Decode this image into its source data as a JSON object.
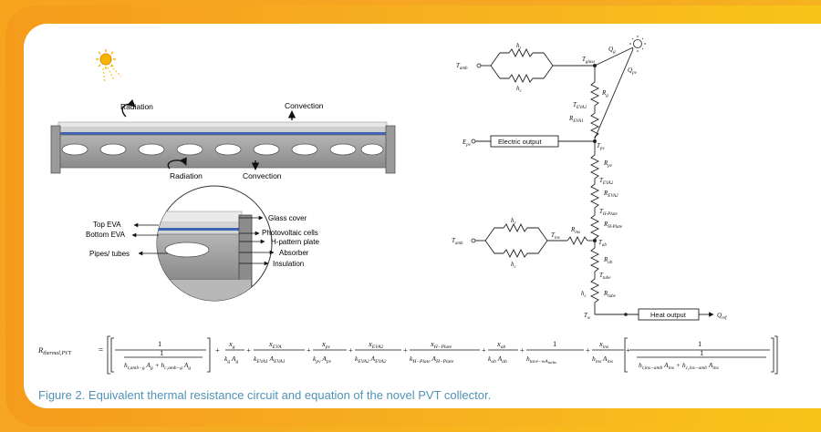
{
  "caption": "Figure 2. Equivalent thermal resistance circuit and equation of the novel PVT collector.",
  "left_diagram": {
    "radiation_top": "Radiation",
    "convection_top": "Convection",
    "radiation_bottom": "Radiation",
    "convection_bottom": "Convection",
    "labels_left": [
      "Top EVA",
      "Bottom EVA",
      "Pipes/ tubes"
    ],
    "labels_right": [
      "Glass cover",
      "Photovoltaic cells",
      "H-pattern plate",
      "Absorber",
      "Insulation"
    ]
  },
  "circuit": {
    "t_amb_top": "T",
    "t_amb_top_sub": "amb",
    "h_r": "h",
    "h_r_sub": "r",
    "h_c": "h",
    "h_c_sub": "c",
    "t_glass": "T",
    "t_glass_sub": "glass",
    "q_g": "Q",
    "q_g_sub": "g",
    "q_pv": "Q",
    "q_pv_sub": "pv",
    "r_g": "R",
    "r_g_sub": "g",
    "t_eva1": "T",
    "t_eva1_sub": "EVA1",
    "r_eva1": "R",
    "r_eva1_sub": "EVA1",
    "e_pv": "E",
    "e_pv_sub": "pv",
    "electric_output": "Electric output",
    "t_pv": "T",
    "t_pv_sub": "pv",
    "r_pv": "R",
    "r_pv_sub": "pv",
    "t_eva2": "T",
    "t_eva2_sub": "EVA2",
    "r_eva2": "R",
    "r_eva2_sub": "EVA2",
    "t_hplate": "T",
    "t_hplate_sub": "H-Plate",
    "r_hplate": "R",
    "r_hplate_sub": "H-Plate",
    "t_amb_bottom": "T",
    "t_amb_bottom_sub": "amb",
    "t_ins": "T",
    "t_ins_sub": "ins",
    "r_ins": "R",
    "r_ins_sub": "ins",
    "t_ab": "T",
    "t_ab_sub": "ab",
    "r_ab": "R",
    "r_ab_sub": "ab",
    "t_tube": "T",
    "t_tube_sub": "tube",
    "h_c2": "h",
    "h_c2_sub": "c",
    "r_tube": "R",
    "r_tube_sub": "tube",
    "t_w": "T",
    "t_w_sub": "w",
    "heat_output": "Heat output",
    "q_ref": "Q",
    "q_ref_sub": "ref"
  },
  "equation": {
    "lhs": "R",
    "lhs_sub": "thermal,PVT",
    "one": "1",
    "term1_den": "h",
    "term1_den_sub": "r,amb−g",
    "term1_den_mid": "A",
    "term1_den_mid_sub": "g",
    "term1_den_plus": " + h",
    "term1_den_plus_sub": "c,amb−g",
    "term1_den_end": "A",
    "term1_den_end_sub": "g",
    "terms": [
      {
        "num": "x",
        "num_sub": "g",
        "den": "k",
        "den_sub": "g",
        "den2": "A",
        "den2_sub": "g"
      },
      {
        "num": "x",
        "num_sub": "EVA",
        "den": "k",
        "den_sub": "EVA1",
        "den2": "A",
        "den2_sub": "EVA1"
      },
      {
        "num": "x",
        "num_sub": "pv",
        "den": "k",
        "den_sub": "pv",
        "den2": "A",
        "den2_sub": "pv"
      },
      {
        "num": "x",
        "num_sub": "EVA2",
        "den": "k",
        "den_sub": "EVA2",
        "den2": "A",
        "den2_sub": "EVA2"
      },
      {
        "num": "x",
        "num_sub": "H−Plate",
        "den": "k",
        "den_sub": "H−Plate",
        "den2": "A",
        "den2_sub": "H−Plate"
      },
      {
        "num": "x",
        "num_sub": "ab",
        "den": "k",
        "den_sub": "ab",
        "den2": "A",
        "den2_sub": "ab"
      }
    ],
    "tube_num": "1",
    "tube_den": "h",
    "tube_den_sub": "tuve−wA",
    "tube_den_sub2": "turbe",
    "ins_num": "x",
    "ins_num_sub": "ins",
    "ins_den": "h",
    "ins_den_sub": "ins",
    "ins_den2": "A",
    "ins_den2_sub": "ins",
    "last_den": "h",
    "last_den_sub": "r,ins−amb",
    "last_den_mid": "A",
    "last_den_mid_sub": "ins",
    "last_den_plus": " + h",
    "last_den_plus_sub": "c,ins−amb",
    "last_den_end": "A",
    "last_den_end_sub": "ins"
  }
}
